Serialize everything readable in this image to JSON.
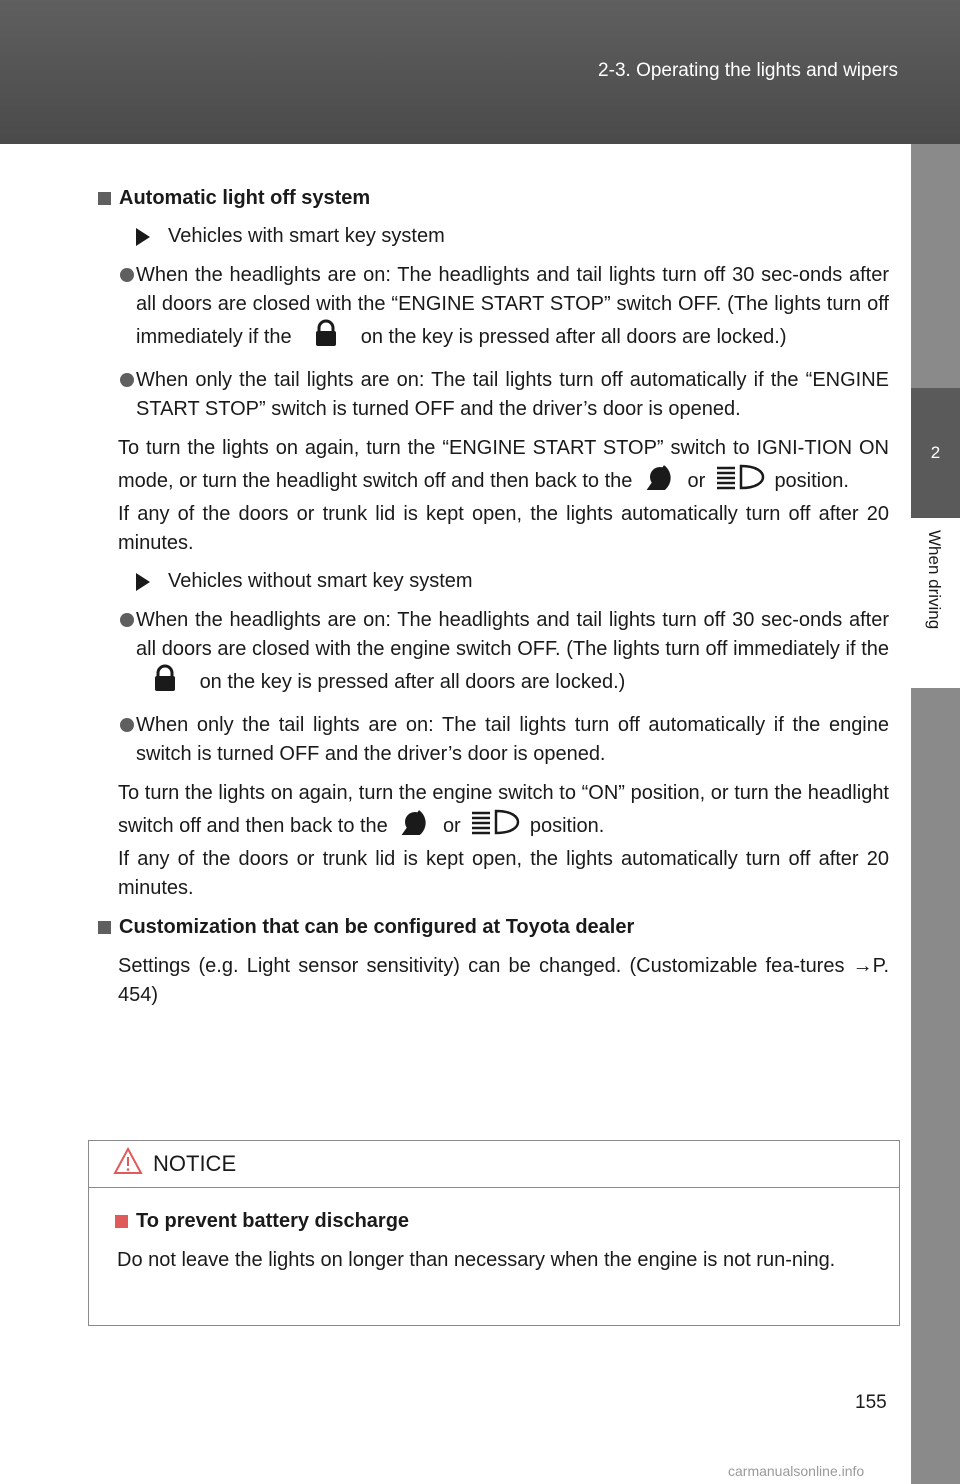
{
  "header": {
    "title": "2-3. Operating the lights and wipers"
  },
  "side_tab": {
    "number": "2",
    "label": "When driving"
  },
  "sections": {
    "auto_off": {
      "heading": "Automatic light off system",
      "smart": {
        "label": "Vehicles with smart key system",
        "b1_a": "When the headlights are on: The headlights and tail lights turn off 30 sec-onds after all doors are closed with the “ENGINE START STOP” switch OFF. (The lights turn off immediately if the ",
        "b1_b": " on the key is pressed after all doors are locked.)",
        "b2": "When only the tail lights are on: The tail lights turn off automatically if the “ENGINE START STOP” switch is turned OFF and the driver’s door is opened.",
        "p1_a": "To turn the lights on again, turn the “ENGINE START STOP” switch to IGNI-TION ON mode, or turn the headlight switch off and then back to the ",
        "p1_b": " or ",
        "p1_c": " position.",
        "p2": "If any of the doors or trunk lid is kept open, the lights automatically turn off after 20 minutes."
      },
      "nosmart": {
        "label": "Vehicles without smart key system",
        "b1_a": "When the headlights are on: The headlights and tail lights turn off 30 sec-onds after all doors are closed with the engine switch OFF. (The lights turn off immediately if the ",
        "b1_b": " on the key is pressed after all doors are locked.)",
        "b2": "When only the tail lights are on: The tail lights turn off automatically if the engine switch is turned OFF and the driver’s door is opened.",
        "p1_a": "To turn the lights on again, turn the engine switch to “ON” position, or turn the headlight switch off and then back to the ",
        "p1_b": " or ",
        "p1_c": " position.",
        "p2": "If any of the doors or trunk lid is kept open, the lights automatically turn off after 20 minutes."
      }
    },
    "custom": {
      "heading": "Customization that can be configured at Toyota dealer",
      "text": "Settings (e.g. Light sensor sensitivity) can be changed. (Customizable fea-tures →P. 454)"
    }
  },
  "notice": {
    "title": "NOTICE",
    "subheading": "To prevent battery discharge",
    "text": "Do not leave the lights on longer than necessary when the engine is not run-ning."
  },
  "page_number": "155",
  "watermark": "carmanualsonline.info",
  "icons": {
    "lock": "lock-icon",
    "auto": "auto-light-icon",
    "headlight": "headlight-icon"
  },
  "colors": {
    "header": "#555555",
    "tab_dark": "#5a5a5a",
    "tab_light": "#8a8a8a",
    "notice_square": "#e05a5a"
  }
}
